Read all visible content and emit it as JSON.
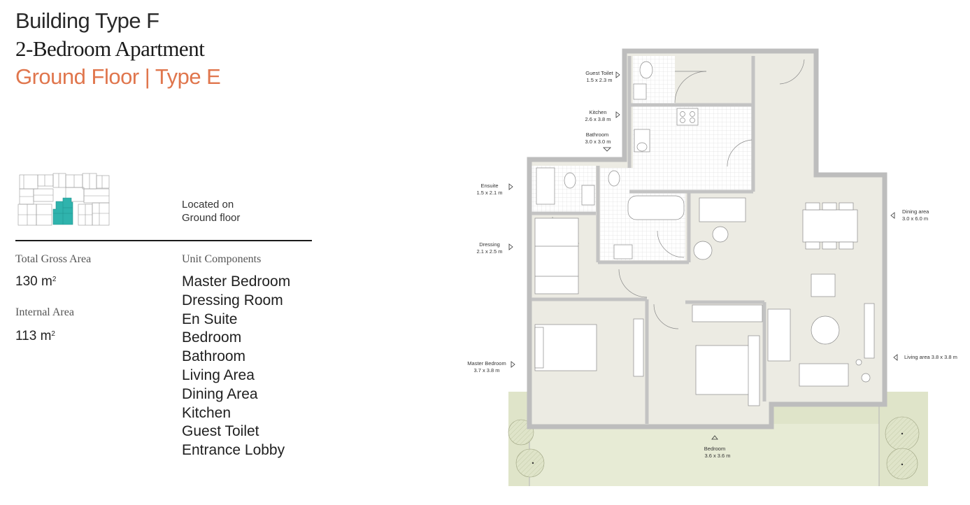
{
  "header": {
    "building": "Building Type F",
    "apartment": "2-Bedroom Apartment",
    "floor": "Ground Floor | Type E"
  },
  "location": {
    "line1": "Located on",
    "line2": "Ground floor"
  },
  "areas": {
    "gross_label": "Total Gross Area",
    "gross_value": "130 m",
    "internal_label": "Internal Area",
    "internal_value": "113 m",
    "unit_sup": "2"
  },
  "components": {
    "title": "Unit Components",
    "items": [
      "Master Bedroom",
      "Dressing Room",
      "En Suite",
      "Bedroom",
      "Bathroom",
      "Living Area",
      "Dining Area",
      "Kitchen",
      "Guest Toilet",
      "Entrance Lobby"
    ]
  },
  "colors": {
    "accent": "#e0764d",
    "highlight": "#2fb3ad",
    "floor": "#ecebe3",
    "wall": "#bdbdbd",
    "garden": "#dfe4c9"
  },
  "rooms": {
    "guest_toilet": {
      "name": "Guest Toilet",
      "dims": "1.5 x 2.3 m"
    },
    "kitchen": {
      "name": "Kitchen",
      "dims": "2.6 x 3.8 m"
    },
    "bathroom": {
      "name": "Bathroom",
      "dims": "3.0 x 3.0 m"
    },
    "ensuite": {
      "name": "Ensuite",
      "dims": "1.5 x 2.1 m"
    },
    "dressing": {
      "name": "Dressing",
      "dims": "2.1 x 2.5 m"
    },
    "master": {
      "name": "Master Bedroom",
      "dims": "3.7 x 3.8 m"
    },
    "bedroom": {
      "name": "Bedroom",
      "dims": "3.6 x 3.6 m"
    },
    "dining": {
      "name": "Dining area",
      "dims": "3.0 x 6.0 m"
    },
    "living": "Living area 3.8 x 3.8 m"
  }
}
